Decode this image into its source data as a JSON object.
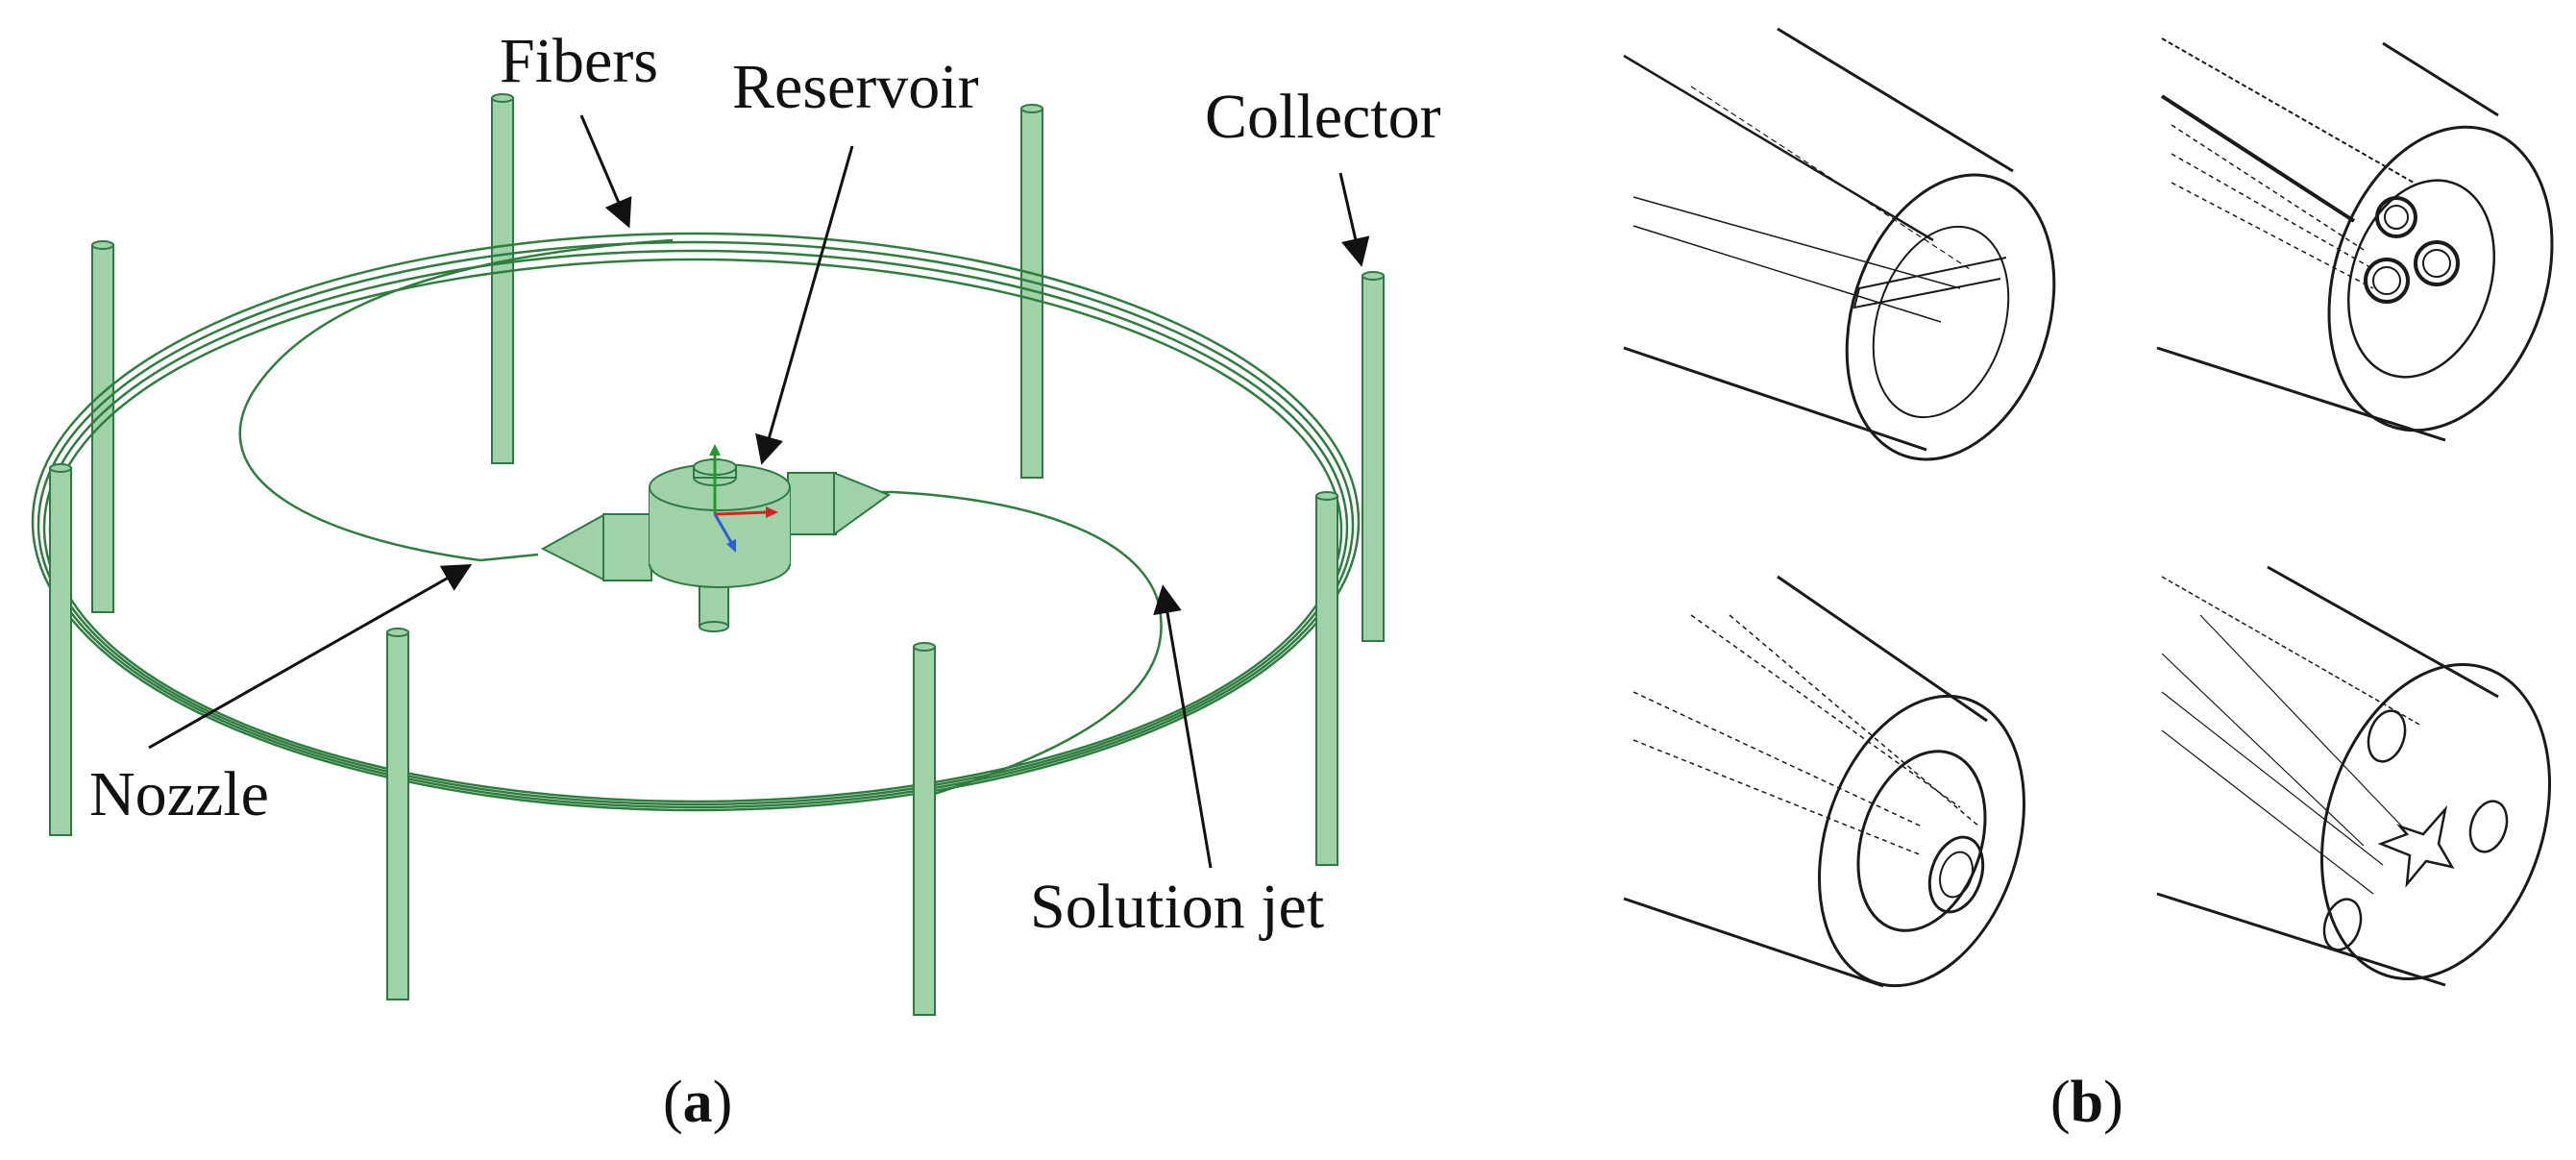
{
  "panel_a": {
    "labels": {
      "fibers": "Fibers",
      "reservoir": "Reservoir",
      "collector": "Collector",
      "nozzle": "Nozzle",
      "solution_jet": "Solution jet"
    },
    "caption_open": "(",
    "caption_letter": "a",
    "caption_close": ")"
  },
  "panel_b": {
    "caption_open": "(",
    "caption_letter": "b",
    "caption_close": ")"
  },
  "colors": {
    "model_fill": "#9fd2a7",
    "model_stroke": "#2f7a44",
    "fiber_stroke": "#2e7d3f",
    "sketch_stroke": "#1a1a1a",
    "axis_red": "#e0201e",
    "axis_green": "#1f9a2a",
    "axis_blue": "#2b5fd9"
  }
}
